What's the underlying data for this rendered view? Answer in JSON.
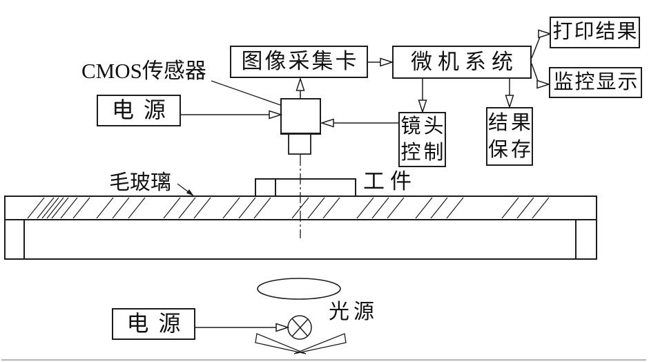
{
  "boxes": {
    "image_capture_card": {
      "label": "图像采集卡"
    },
    "computer_system": {
      "label": "微机系统"
    },
    "print_result": {
      "label": "打印结果"
    },
    "monitor_display": {
      "label": "监控显示"
    },
    "lens_control": {
      "lines": [
        "镜头",
        "控制"
      ]
    },
    "result_save": {
      "lines": [
        "结果",
        "保存"
      ]
    },
    "camera_power": {
      "label": "电源"
    },
    "light_power": {
      "label": "电源"
    }
  },
  "labels": {
    "cmos_sensor": "CMOS传感器",
    "frosted_glass": "毛玻璃",
    "workpiece": "工件",
    "light_source": "光源"
  },
  "symbols": [
    "cmos-camera-symbol",
    "camera-lens-symbol",
    "frosted-glass-table-symbol",
    "workpiece-block-symbol",
    "reflector-ellipse-symbol",
    "lamp-symbol",
    "reflector-wings-symbol",
    "optical-axis-centerline"
  ],
  "colors": {
    "line": "#1b1b1b",
    "background": "#ffffff",
    "bottom_edge": "#9a9a9a"
  }
}
